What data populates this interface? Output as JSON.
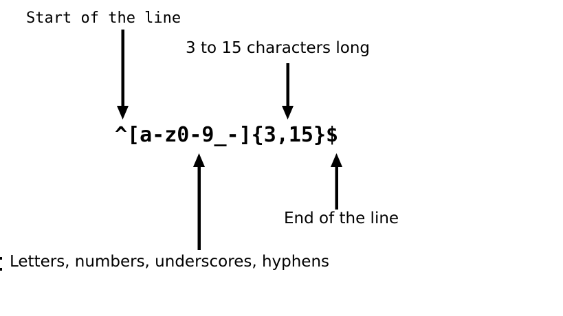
{
  "diagram": {
    "title_expression": "^[a-z0-9_-]{3,15}$",
    "background_color": "#ffffff",
    "ink_color": "#000000",
    "annotations": [
      {
        "id": "start-of-line",
        "text": "Start of the line",
        "font_style": "monospace",
        "arrow_direction": "down",
        "target_token": "^"
      },
      {
        "id": "length-quantifier",
        "text": "3 to 15 characters long",
        "font_style": "sans-serif",
        "arrow_direction": "down",
        "target_token": "{3,15}"
      },
      {
        "id": "character-class",
        "text": "Letters, numbers, underscores, hyphens",
        "font_style": "sans-serif",
        "arrow_direction": "up",
        "target_token": "[a-z0-9_-]"
      },
      {
        "id": "end-of-line",
        "text": "End of the line",
        "font_style": "sans-serif",
        "arrow_direction": "up",
        "target_token": "$"
      }
    ]
  }
}
